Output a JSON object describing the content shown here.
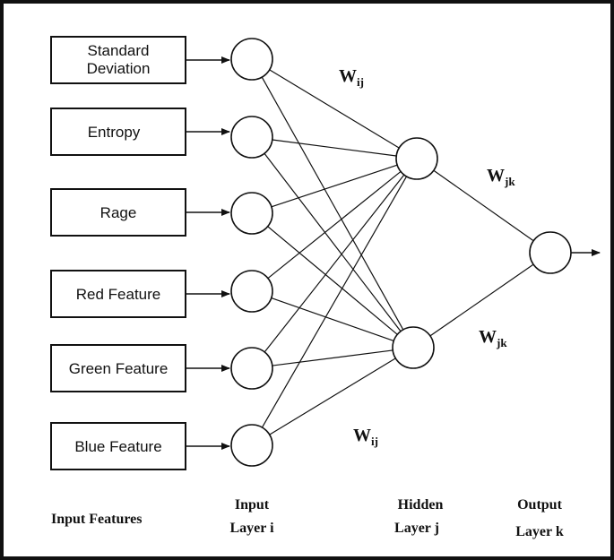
{
  "input_features": [
    {
      "lines": [
        "Standard",
        "Deviation"
      ]
    },
    {
      "lines": [
        "Entropy"
      ]
    },
    {
      "lines": [
        "Rage"
      ]
    },
    {
      "lines": [
        "Red Feature"
      ]
    },
    {
      "lines": [
        "Green Feature"
      ]
    },
    {
      "lines": [
        "Blue Feature"
      ]
    }
  ],
  "weights": {
    "top_ij": {
      "base": "W",
      "sub": "ij"
    },
    "bottom_ij": {
      "base": "W",
      "sub": "ij"
    },
    "top_jk": {
      "base": "W",
      "sub": "jk"
    },
    "bottom_jk": {
      "base": "W",
      "sub": "jk"
    }
  },
  "labels": {
    "input_features": "Input Features",
    "input_layer_line1": "Input",
    "input_layer_line2": "Layer i",
    "hidden_layer_line1": "Hidden",
    "hidden_layer_line2": "Layer j",
    "output_layer_line1": "Output",
    "output_layer_line2": "Layer k"
  },
  "network": {
    "input_nodes": 6,
    "hidden_nodes": 2,
    "output_nodes": 1,
    "connections": "fully-connected"
  },
  "colors": {
    "ink": "#111111",
    "background": "#ffffff"
  }
}
